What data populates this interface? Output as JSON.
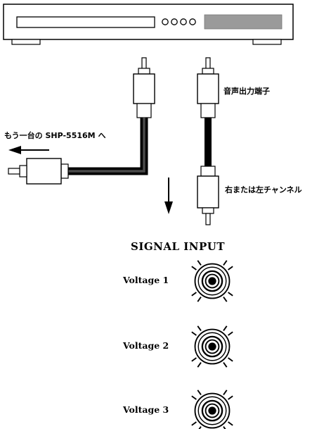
{
  "labels": {
    "audio_output_terminal": "音声出力端子",
    "to_another_unit": "もう一台の SHP-5516M へ",
    "left_or_right_channel": "右または左チャンネル",
    "signal_input_title": "SIGNAL INPUT"
  },
  "inputs": [
    {
      "label": "Voltage 1"
    },
    {
      "label": "Voltage 2"
    },
    {
      "label": "Voltage 3"
    }
  ],
  "colors": {
    "line": "#000000",
    "display_panel": "#9a9a9a",
    "cable": "#000000",
    "cable_sheath": "#4a4a4a"
  },
  "icons": [
    "player-device",
    "rca-plug",
    "arrow-left",
    "arrow-down",
    "rca-jack-socket"
  ]
}
